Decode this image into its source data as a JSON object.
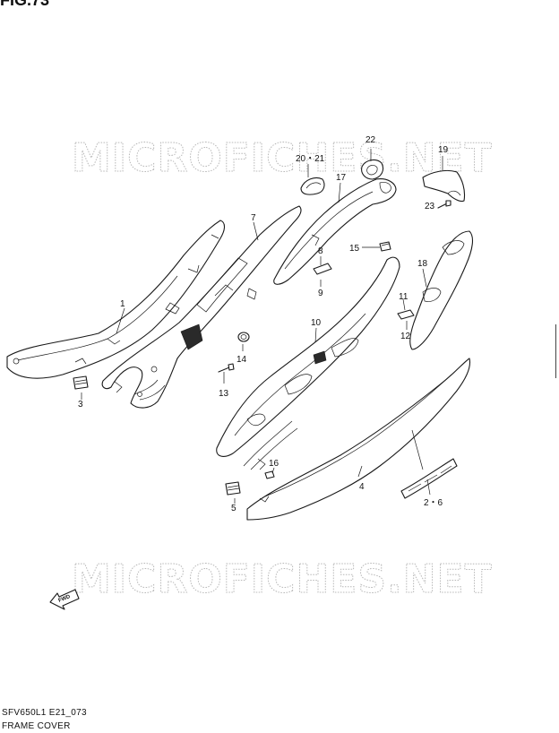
{
  "figure": {
    "heading": "FIG.73"
  },
  "watermark": {
    "text": "MICROFICHES.NET"
  },
  "direction_arrow": {
    "label": "FWD"
  },
  "footer": {
    "model_code": "SFV650L1 E21_073",
    "title": "FRAME COVER"
  },
  "callouts": {
    "c1": "1",
    "c2_6": "2・6",
    "c3": "3",
    "c4": "4",
    "c5": "5",
    "c7": "7",
    "c8": "8",
    "c9": "9",
    "c10": "10",
    "c11": "11",
    "c12": "12",
    "c13": "13",
    "c14": "14",
    "c15": "15",
    "c16": "16",
    "c17": "17",
    "c18": "18",
    "c19": "19",
    "c20_21": "20・21",
    "c22": "22",
    "c23": "23"
  },
  "colors": {
    "line": "#1a1a1a",
    "watermark": "#b8b8b8",
    "background": "#ffffff"
  }
}
